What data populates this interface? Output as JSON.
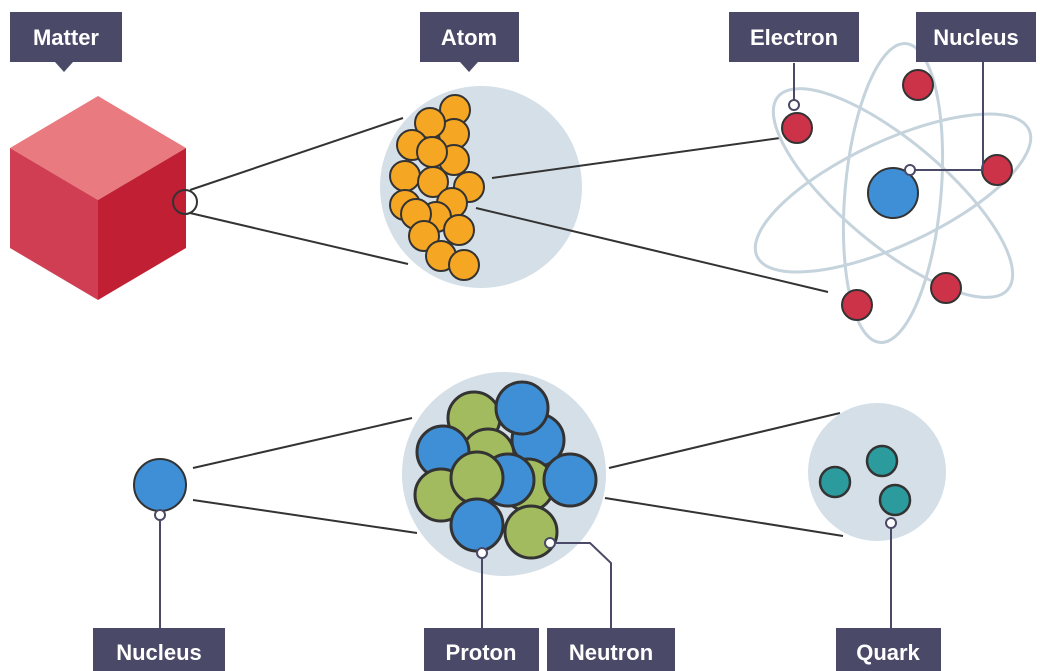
{
  "labels": {
    "matter": "Matter",
    "atom": "Atom",
    "electron": "Electron",
    "nucleus_top": "Nucleus",
    "nucleus_bottom": "Nucleus",
    "proton": "Proton",
    "neutron": "Neutron",
    "quark": "Quark"
  },
  "colors": {
    "label_bg": "#4a4a68",
    "label_text": "#ffffff",
    "cube_top": "#e97b80",
    "cube_left": "#cf3e53",
    "cube_right": "#c11f34",
    "magnifier_bg": "#d5dfe7",
    "atom_particle": "#f5a623",
    "electron": "#cc3349",
    "nucleus": "#3e8fd6",
    "proton": "#3e8fd6",
    "neutron": "#a2bb5e",
    "quark": "#2c9b9e",
    "orbit": "#c5d3dd",
    "connector": "#333333"
  }
}
